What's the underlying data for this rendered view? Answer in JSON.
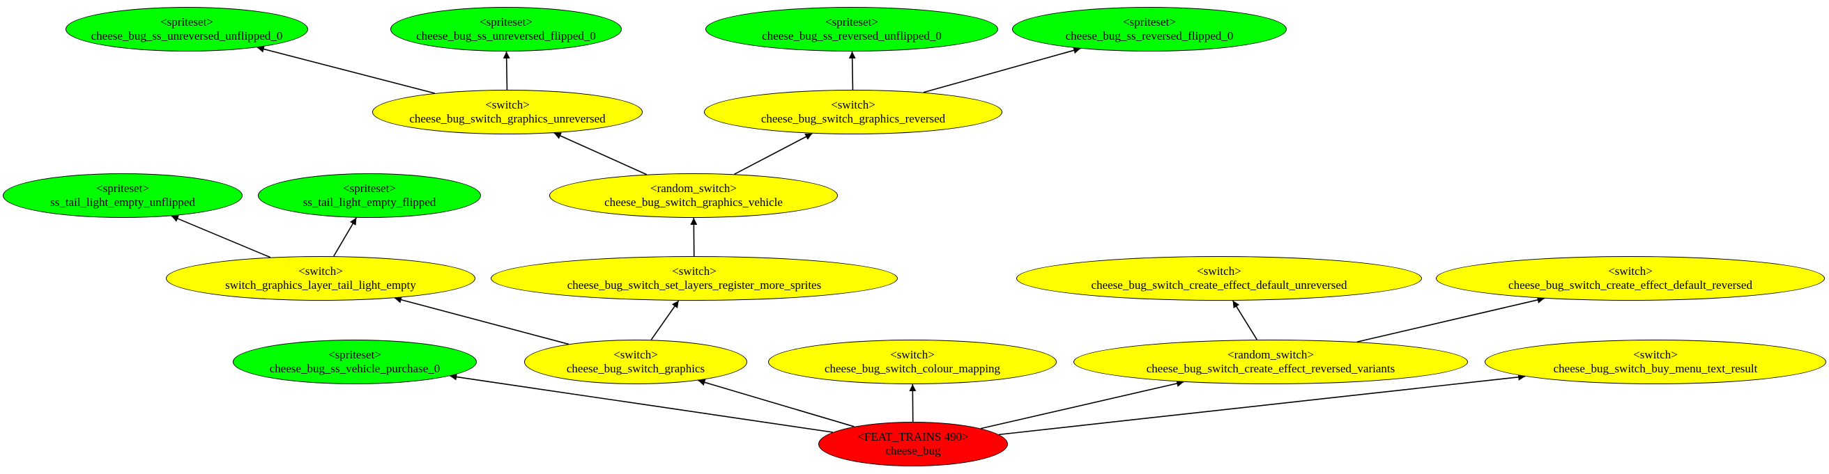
{
  "colors": {
    "spriteset": "#00ff00",
    "switch": "#ffff00",
    "feature": "#ff0000",
    "edge": "#000000"
  },
  "nodes": [
    {
      "id": "root",
      "kind": "feature",
      "type": "<FEAT_TRAINS 490>",
      "name": "cheese_bug"
    },
    {
      "id": "ss_purchase",
      "kind": "spriteset",
      "type": "<spriteset>",
      "name": "cheese_bug_ss_vehicle_purchase_0"
    },
    {
      "id": "sw_graphics",
      "kind": "switch",
      "type": "<switch>",
      "name": "cheese_bug_switch_graphics"
    },
    {
      "id": "sw_colour",
      "kind": "switch",
      "type": "<switch>",
      "name": "cheese_bug_switch_colour_mapping"
    },
    {
      "id": "rsw_effect",
      "kind": "switch",
      "type": "<random_switch>",
      "name": "cheese_bug_switch_create_effect_reversed_variants"
    },
    {
      "id": "sw_menu",
      "kind": "switch",
      "type": "<switch>",
      "name": "cheese_bug_switch_buy_menu_text_result"
    },
    {
      "id": "sw_tail",
      "kind": "switch",
      "type": "<switch>",
      "name": "switch_graphics_layer_tail_light_empty"
    },
    {
      "id": "sw_layers",
      "kind": "switch",
      "type": "<switch>",
      "name": "cheese_bug_switch_set_layers_register_more_sprites"
    },
    {
      "id": "sw_eff_unrev",
      "kind": "switch",
      "type": "<switch>",
      "name": "cheese_bug_switch_create_effect_default_unreversed"
    },
    {
      "id": "sw_eff_rev",
      "kind": "switch",
      "type": "<switch>",
      "name": "cheese_bug_switch_create_effect_default_reversed"
    },
    {
      "id": "ss_tail_unflipped",
      "kind": "spriteset",
      "type": "<spriteset>",
      "name": "ss_tail_light_empty_unflipped"
    },
    {
      "id": "ss_tail_flipped",
      "kind": "spriteset",
      "type": "<spriteset>",
      "name": "ss_tail_light_empty_flipped"
    },
    {
      "id": "rsw_vehicle",
      "kind": "switch",
      "type": "<random_switch>",
      "name": "cheese_bug_switch_graphics_vehicle"
    },
    {
      "id": "sw_unreversed",
      "kind": "switch",
      "type": "<switch>",
      "name": "cheese_bug_switch_graphics_unreversed"
    },
    {
      "id": "sw_reversed",
      "kind": "switch",
      "type": "<switch>",
      "name": "cheese_bug_switch_graphics_reversed"
    },
    {
      "id": "ss_unrev_unflip",
      "kind": "spriteset",
      "type": "<spriteset>",
      "name": "cheese_bug_ss_unreversed_unflipped_0"
    },
    {
      "id": "ss_unrev_flip",
      "kind": "spriteset",
      "type": "<spriteset>",
      "name": "cheese_bug_ss_unreversed_flipped_0"
    },
    {
      "id": "ss_rev_unflip",
      "kind": "spriteset",
      "type": "<spriteset>",
      "name": "cheese_bug_ss_reversed_unflipped_0"
    },
    {
      "id": "ss_rev_flip",
      "kind": "spriteset",
      "type": "<spriteset>",
      "name": "cheese_bug_ss_reversed_flipped_0"
    }
  ],
  "edges": [
    {
      "from": "root",
      "to": "ss_purchase"
    },
    {
      "from": "root",
      "to": "sw_graphics"
    },
    {
      "from": "root",
      "to": "sw_colour"
    },
    {
      "from": "root",
      "to": "rsw_effect"
    },
    {
      "from": "root",
      "to": "sw_menu"
    },
    {
      "from": "sw_graphics",
      "to": "sw_tail"
    },
    {
      "from": "sw_graphics",
      "to": "sw_layers"
    },
    {
      "from": "rsw_effect",
      "to": "sw_eff_unrev"
    },
    {
      "from": "rsw_effect",
      "to": "sw_eff_rev"
    },
    {
      "from": "sw_tail",
      "to": "ss_tail_unflipped"
    },
    {
      "from": "sw_tail",
      "to": "ss_tail_flipped"
    },
    {
      "from": "sw_layers",
      "to": "rsw_vehicle"
    },
    {
      "from": "rsw_vehicle",
      "to": "sw_unreversed"
    },
    {
      "from": "rsw_vehicle",
      "to": "sw_reversed"
    },
    {
      "from": "sw_unreversed",
      "to": "ss_unrev_unflip"
    },
    {
      "from": "sw_unreversed",
      "to": "ss_unrev_flip"
    },
    {
      "from": "sw_reversed",
      "to": "ss_rev_unflip"
    },
    {
      "from": "sw_reversed",
      "to": "ss_rev_flip"
    }
  ]
}
